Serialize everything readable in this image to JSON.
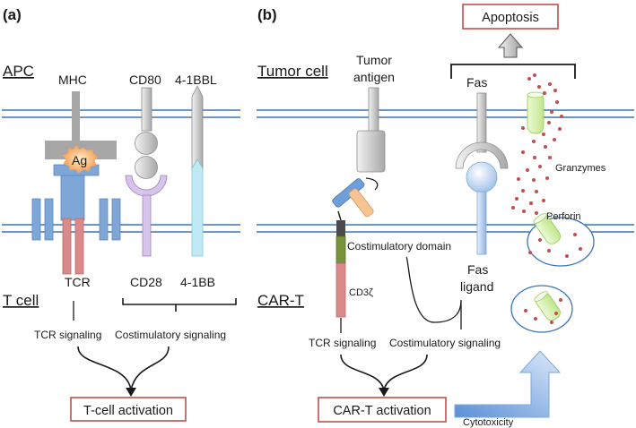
{
  "panel_a": {
    "label": "(a)",
    "apc": "APC",
    "tcell": "T cell",
    "mhc": "MHC",
    "ag": "Ag",
    "cd80": "CD80",
    "bbl": "4-1BBL",
    "tcr": "TCR",
    "cd28": "CD28",
    "bb": "4-1BB",
    "tcr_signaling": "TCR signaling",
    "costim_signaling": "Costimulatory signaling",
    "activation": "T-cell activation"
  },
  "panel_b": {
    "label": "(b)",
    "tumor_cell": "Tumor cell",
    "cart": "CAR-T",
    "tumor_antigen_1": "Tumor",
    "tumor_antigen_2": "antigen",
    "costim_domain": "Costimulatory domain",
    "cd3z": "CD3ζ",
    "tcr_signaling": "TCR signaling",
    "costim_signaling": "Costimulatory signaling",
    "activation": "CAR-T activation",
    "fas": "Fas",
    "fas_ligand_1": "Fas",
    "fas_ligand_2": "ligand",
    "granzymes": "Granzymes",
    "perforin": "Perforin",
    "apoptosis": "Apoptosis",
    "cytotoxicity": "Cytotoxicity"
  },
  "colors": {
    "membrane": "#3a73b5",
    "box_border": "#c0504d",
    "tcr_blue": "#7ea7d8",
    "tcr_red": "#d98a8a",
    "gray": "#bdbdbd",
    "purple": "#c9b3e0",
    "cyan": "#bfe9f5",
    "green": "#77933c",
    "granzyme": "#c0504d",
    "perforin": "#d7f0a8"
  }
}
